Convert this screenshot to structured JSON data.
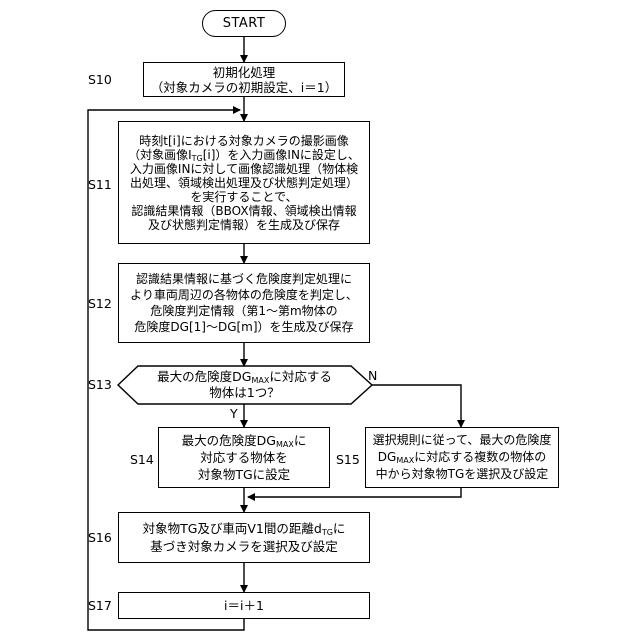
{
  "start_label": "START",
  "steps": {
    "s10": {
      "label": "S10",
      "lines": [
        "初期化処理",
        "（対象カメラの初期設定、i＝1）"
      ]
    },
    "s11": {
      "label": "S11",
      "lines": [
        "時刻t[i]における対象カメラの撮影画像",
        "（対象画像I",
        "TG",
        "[i]）を入力画像INに設定し、",
        "入力画像INに対して画像認識処理（物体検",
        "出処理、領域検出処理及び状態判定処理）",
        "を実行することで、",
        "認識結果情報（BBOX情報、領域検出情報",
        "及び状態判定情報）を生成及び保存"
      ]
    },
    "s12": {
      "label": "S12",
      "lines": [
        "認識結果情報に基づく危険度判定処理に",
        "より車両周辺の各物体の危険度を判定し、",
        "危険度判定情報（第1～第m物体の",
        "危険度DG[1]～DG[m]）を生成及び保存"
      ]
    },
    "s13": {
      "label": "S13",
      "line1a": "最大の危険度DG",
      "line1sub": "MAX",
      "line1b": "に対応する",
      "line2": "物体は1つ？",
      "yes": "Y",
      "no": "N"
    },
    "s14": {
      "label": "S14",
      "line1a": "最大の危険度DG",
      "line1sub": "MAX",
      "line1b": "に",
      "line2": "対応する物体を",
      "line3": "対象物TGに設定"
    },
    "s15": {
      "label": "S15",
      "line1": "選択規則に従って、最大の危険度",
      "line2a": "DG",
      "line2sub": "MAX",
      "line2b": "に対応する複数の物体の",
      "line3": "中から対象物TGを選択及び設定"
    },
    "s16": {
      "label": "S16",
      "line1a": "対象物TG及び車両V1間の距離d",
      "line1sub": "TG",
      "line1b": "に",
      "line2": "基づき対象カメラを選択及び設定"
    },
    "s17": {
      "label": "S17",
      "line1": "i＝i＋1"
    }
  }
}
